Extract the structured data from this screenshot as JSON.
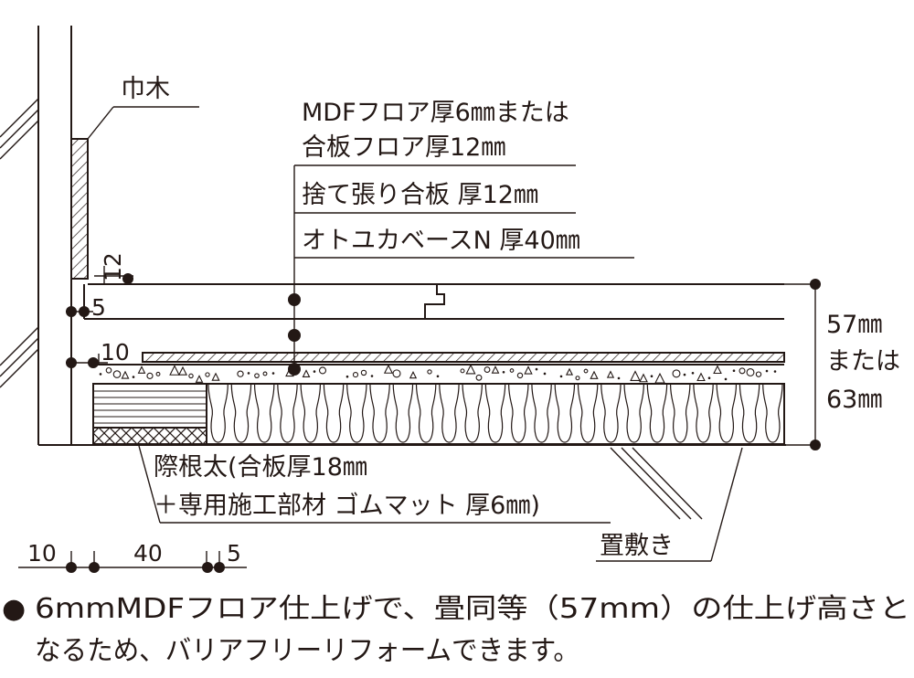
{
  "labels": {
    "habaki": "巾木",
    "flooring_line1": "MDFフロア厚6㎜または",
    "flooring_line2": "合板フロア厚12㎜",
    "subfloor": "捨て張り合板 厚12㎜",
    "insulation": "オトユカベースN 厚40㎜",
    "edge_joist_line1": "際根太(合板厚18㎜",
    "edge_joist_line2": "＋専用施工部材 ゴムマット 厚6㎜)",
    "laid_on": "置敷き"
  },
  "dimensions": {
    "gap_top": "12",
    "gap_floor": "5",
    "gap_sub": "10",
    "total_line1": "57㎜",
    "total_line2": "または",
    "total_line3": "63㎜",
    "bottom_left": "10",
    "bottom_mid": "40",
    "bottom_right": "5"
  },
  "note": {
    "bullet": "●",
    "line1": "6mmMDFフロア仕上げで、畳同等（57mm）の仕上げ高さと",
    "line2": "なるため、バリアフリーリフォームできます。"
  }
}
